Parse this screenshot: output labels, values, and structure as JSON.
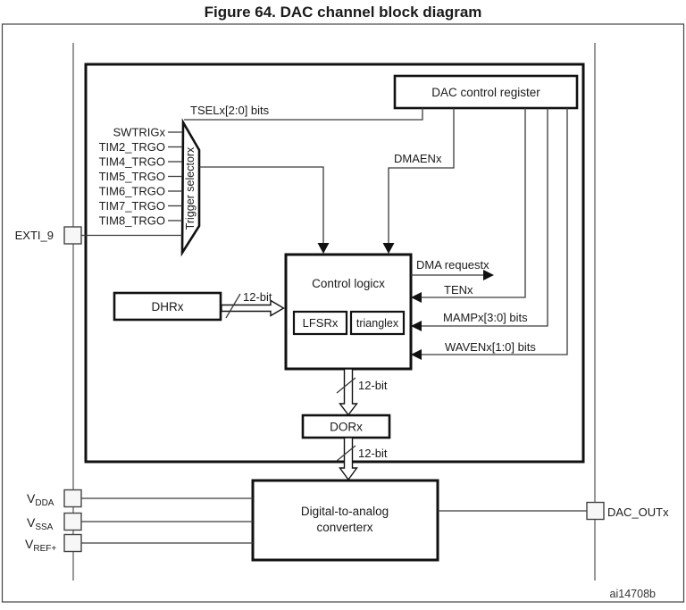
{
  "figure": {
    "title": "Figure 64. DAC channel block diagram",
    "code": "ai14708b"
  },
  "blocks": {
    "dac_control_register": "DAC control register",
    "trigger_selector": "Trigger selectorx",
    "control_logic": "Control logicx",
    "lfsr": "LFSRx",
    "triangle": "trianglex",
    "dhr": "DHRx",
    "dor": "DORx",
    "converter_line1": "Digital-to-analog",
    "converter_line2": "converterx"
  },
  "trigger_inputs": [
    "SWTRIGx",
    "TIM2_TRGO",
    "TIM4_TRGO",
    "TIM5_TRGO",
    "TIM6_TRGO",
    "TIM7_TRGO",
    "TIM8_TRGO"
  ],
  "signals": {
    "tsel": "TSELx[2:0] bits",
    "dmaen": "DMAENx",
    "dma_request": "DMA requestx",
    "ten": "TENx",
    "mamp": "MAMPx[3:0] bits",
    "waven": "WAVENx[1:0] bits",
    "bus_width": "12-bit"
  },
  "pins": {
    "exti9": "EXTI_9",
    "vdda": {
      "main": "V",
      "sub": "DDA"
    },
    "vssa": {
      "main": "V",
      "sub": "SSA"
    },
    "vref": {
      "main": "V",
      "sub": "REF+"
    },
    "dac_out": "DAC_OUTx"
  },
  "colors": {
    "line": "#1a1a1a",
    "box_border": "#111111",
    "pad_fill": "#f7f7f7"
  }
}
